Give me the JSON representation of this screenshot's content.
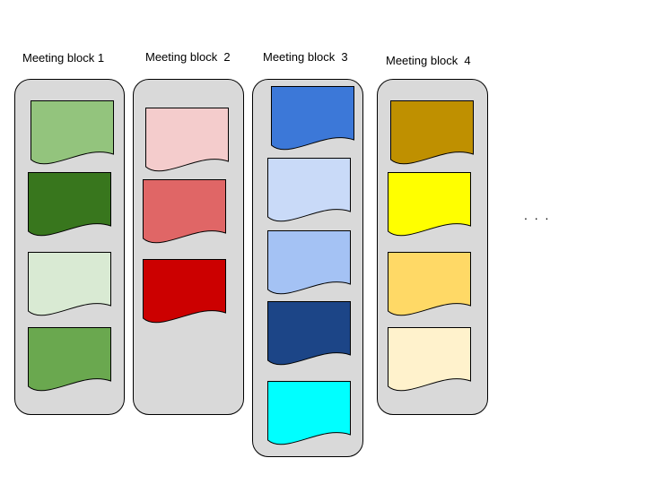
{
  "blocks": [
    {
      "label": "Meeting block 1",
      "documents": [
        "#93c47d",
        "#38761d",
        "#d9ead3",
        "#6aa84f"
      ]
    },
    {
      "label": "Meeting block  2",
      "documents": [
        "#f4cccc",
        "#e06666",
        "#cc0000"
      ]
    },
    {
      "label": "Meeting block  3",
      "documents": [
        "#3c78d8",
        "#c9daf8",
        "#a4c2f4",
        "#1c4587",
        "#00ffff"
      ]
    },
    {
      "label": "Meeting block  4",
      "documents": [
        "#bf9000",
        "#ffff00",
        "#ffd966",
        "#fff2cc"
      ]
    }
  ],
  "more_indicator": ". . ."
}
